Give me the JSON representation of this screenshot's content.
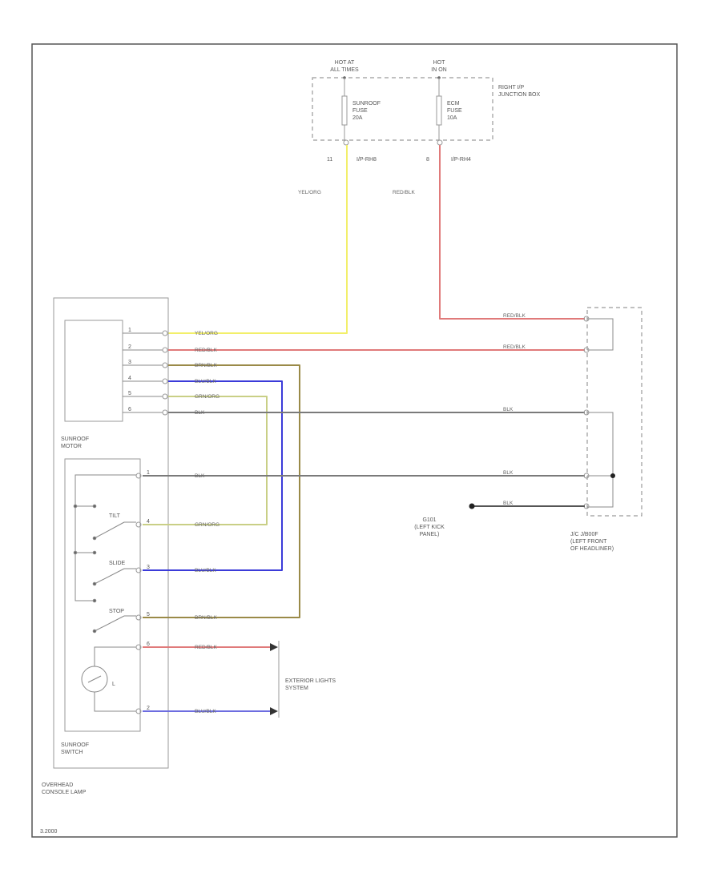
{
  "colors": {
    "frame": "#555555",
    "yellow": "#f2ef6a",
    "red": "#e07a7a",
    "black": "#7a7a7a",
    "blue": "#3b3bd9",
    "brown": "#9a8a48",
    "green": "#c9cf86"
  },
  "junction_box": {
    "hot_left": "HOT AT\nALL TIMES",
    "hot_right": "HOT\nIN ON",
    "fuse_left": "SUNROOF\nFUSE\n20A",
    "fuse_right": "ECM\nFUSE\n10A",
    "title": "RIGHT I/P\nJUNCTION BOX",
    "pin_left": "11",
    "conn_left": "I/P-RH8",
    "pin_right": "8",
    "conn_right": "I/P-RH4"
  },
  "feed_wires": {
    "left": "YEL/ORG",
    "right": "RED/BLK"
  },
  "motor": {
    "label": "SUNROOF\nMOTOR",
    "pins": [
      "1",
      "2",
      "3",
      "4",
      "5",
      "6"
    ],
    "wires": [
      "YEL/ORG",
      "RED/BLK",
      "BRN/BLK",
      "BLU/BLK",
      "GRN/ORG",
      "BLK"
    ]
  },
  "switch": {
    "label": "SUNROOF\nSWITCH",
    "contacts": [
      "TILT",
      "SLIDE",
      "STOP"
    ],
    "bulb_label": "L",
    "pins": [
      "1",
      "4",
      "3",
      "5",
      "6",
      "2"
    ],
    "wires": [
      "BLK",
      "GRN/ORG",
      "BLU/BLK",
      "BRN/BLK",
      "RED/BLK",
      "BLU/BLK"
    ]
  },
  "lamp_label": "OVERHEAD\nCONSOLE LAMP",
  "joint": {
    "label": "J/C J/B00F\n(LEFT FRONT\nOF HEADLINER)",
    "wires": [
      "RED/BLK",
      "RED/BLK",
      "BLK",
      "BLK",
      "BLK"
    ]
  },
  "ground": {
    "label": "G101\n(LEFT KICK\nPANEL)"
  },
  "exterior": {
    "label": "EXTERIOR LIGHTS\nSYSTEM"
  },
  "footer_code": "3.2000"
}
